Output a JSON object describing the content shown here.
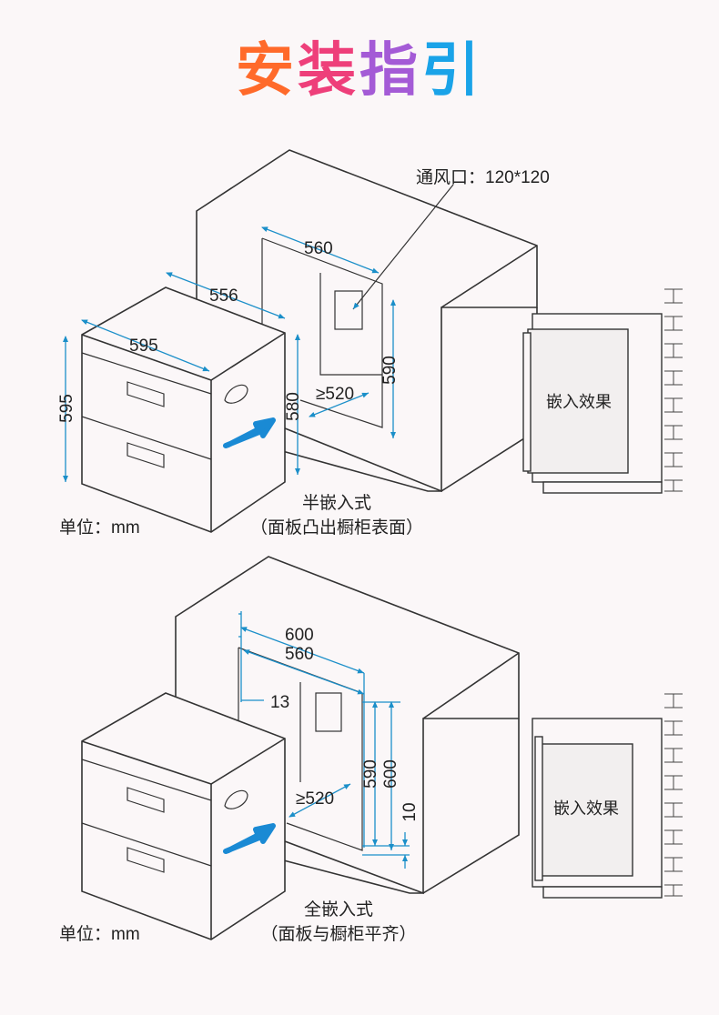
{
  "title": [
    "安",
    "装",
    "指",
    "引"
  ],
  "title_colors": [
    "#ff6a2a",
    "#ee3f7a",
    "#a45bd6",
    "#1aa3e8"
  ],
  "top": {
    "vent_label": "通风口：120*120",
    "dim_560": "560",
    "dim_556": "556",
    "dim_595_w": "595",
    "dim_595_h": "595",
    "dim_590": "590",
    "dim_580": "580",
    "dim_520": "≥520",
    "effect_label": "嵌入效果",
    "mode_label": "半嵌入式",
    "mode_note": "（面板凸出橱柜表面）",
    "unit_label": "单位：mm"
  },
  "bottom": {
    "dim_600_w": "600",
    "dim_560": "560",
    "dim_13": "13",
    "dim_590": "590",
    "dim_600_h": "600",
    "dim_10": "10",
    "dim_520": "≥520",
    "effect_label": "嵌入效果",
    "mode_label": "全嵌入式",
    "mode_note": "（面板与橱柜平齐）",
    "unit_label": "单位：mm"
  },
  "colors": {
    "line": "#333333",
    "dimension": "#1b8fc9",
    "arrow": "#1a8ad4",
    "bg": "#fbf7f8"
  }
}
